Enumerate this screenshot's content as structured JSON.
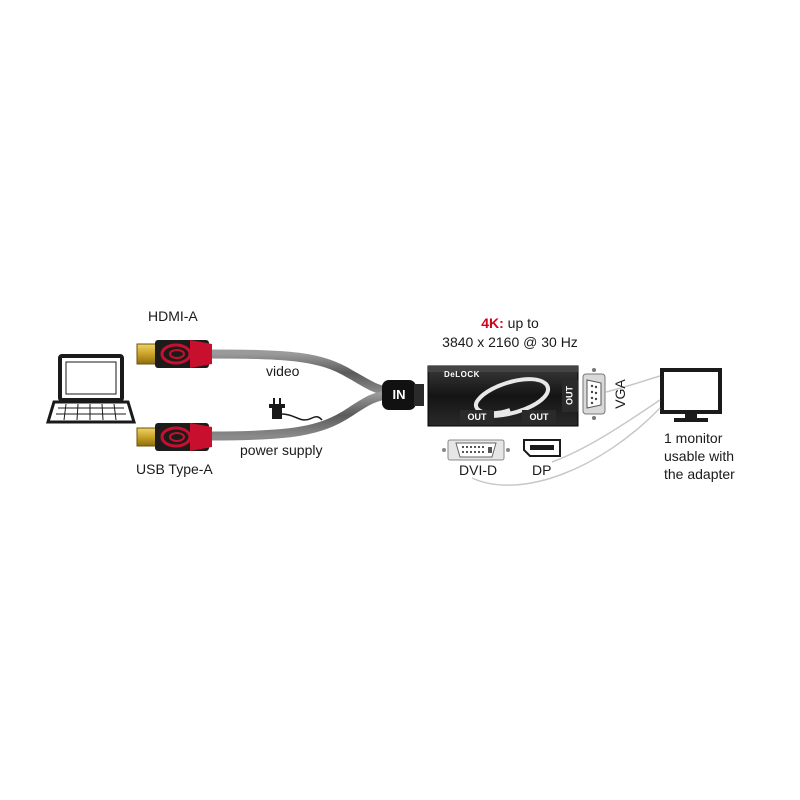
{
  "colors": {
    "accent_red": "#d0021b",
    "connector_red": "#c8102e",
    "cable_gray": "#6e6e6e",
    "adapter_black": "#1b1b1b",
    "gold": "#c9a227",
    "line_light": "#c8c8c8"
  },
  "icons": [
    "laptop-icon",
    "power-plug-icon",
    "monitor-icon",
    "hdmi-connector-icon",
    "usb-connector-icon",
    "dvi-port-icon",
    "dp-port-icon",
    "vga-port-icon"
  ],
  "labels": {
    "hdmi": "HDMI-A",
    "usb": "USB Type-A",
    "video": "video",
    "power": "power supply",
    "in_badge": "IN",
    "spec_highlight": "4K:",
    "spec_rest": " up to",
    "spec_line2": "3840 x 2160 @ 30 Hz",
    "brand": "DeLOCK",
    "out1": "OUT",
    "out2": "OUT",
    "out_side": "OUT",
    "vga": "VGA",
    "dvi": "DVI-D",
    "dp": "DP",
    "monitor_line1": "1 monitor",
    "monitor_line2": "usable with",
    "monitor_line3": "the adapter"
  }
}
